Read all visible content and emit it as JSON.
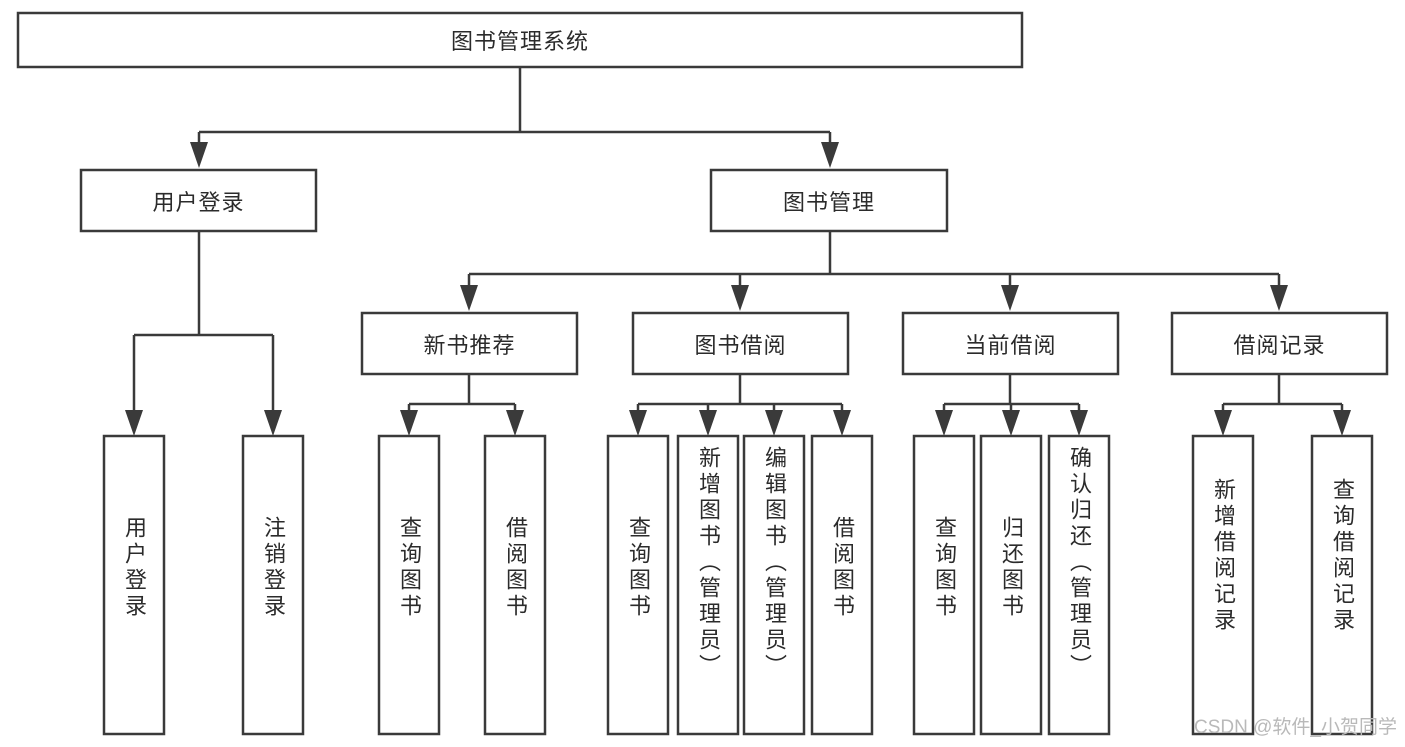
{
  "diagram": {
    "type": "tree-hierarchy",
    "title": "图书管理系统",
    "orientation": "top-down",
    "colors": {
      "box_stroke": "#3a3a3a",
      "box_fill": "#ffffff",
      "connector": "#3a3a3a",
      "text": "#2b2b2b",
      "background": "#ffffff",
      "watermark": "#b9b9b9"
    },
    "root": {
      "id": "root",
      "label": "图书管理系统",
      "orientation": "horizontal"
    },
    "level2": [
      {
        "id": "user-login",
        "label": "用户登录",
        "orientation": "horizontal"
      },
      {
        "id": "book-manage",
        "label": "图书管理",
        "orientation": "horizontal"
      }
    ],
    "level3": [
      {
        "id": "new-book-recommend",
        "label": "新书推荐",
        "orientation": "horizontal",
        "parent": "book-manage"
      },
      {
        "id": "book-borrow",
        "label": "图书借阅",
        "orientation": "horizontal",
        "parent": "book-manage"
      },
      {
        "id": "current-borrow",
        "label": "当前借阅",
        "orientation": "horizontal",
        "parent": "book-manage"
      },
      {
        "id": "borrow-record",
        "label": "借阅记录",
        "orientation": "horizontal",
        "parent": "book-manage"
      }
    ],
    "leaves": [
      {
        "id": "leaf-user-login",
        "label": "用户登录",
        "parent": "user-login"
      },
      {
        "id": "leaf-user-logout",
        "label": "注销登录",
        "parent": "user-login"
      },
      {
        "id": "leaf-query-book-rec",
        "label": "查询图书",
        "parent": "new-book-recommend"
      },
      {
        "id": "leaf-borrow-book-rec",
        "label": "借阅图书",
        "parent": "new-book-recommend"
      },
      {
        "id": "leaf-query-book-borrow",
        "label": "查询图书",
        "parent": "book-borrow"
      },
      {
        "id": "leaf-add-book-admin",
        "label": "新增图书（管理员）",
        "parent": "book-borrow"
      },
      {
        "id": "leaf-edit-book-admin",
        "label": "编辑图书（管理员）",
        "parent": "book-borrow"
      },
      {
        "id": "leaf-borrow-book",
        "label": "借阅图书",
        "parent": "book-borrow"
      },
      {
        "id": "leaf-query-book-current",
        "label": "查询图书",
        "parent": "current-borrow"
      },
      {
        "id": "leaf-return-book",
        "label": "归还图书",
        "parent": "current-borrow"
      },
      {
        "id": "leaf-confirm-return-admin",
        "label": "确认归还（管理员）",
        "parent": "current-borrow"
      },
      {
        "id": "leaf-add-borrow-record",
        "label": "新增借阅记录",
        "parent": "borrow-record"
      },
      {
        "id": "leaf-query-borrow-record",
        "label": "查询借阅记录",
        "parent": "borrow-record"
      }
    ]
  },
  "watermark": {
    "text": "CSDN @软件_小贺同学"
  }
}
